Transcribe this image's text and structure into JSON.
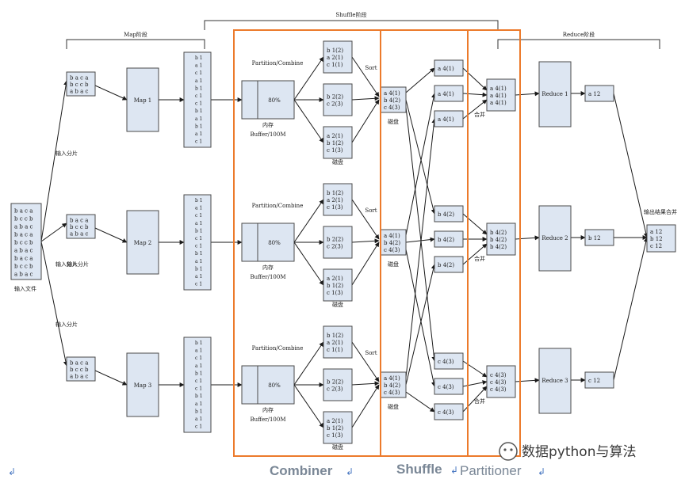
{
  "phases": {
    "map": "Map阶段",
    "shuffle": "Shuffle阶段",
    "reduce": "Reduce阶段"
  },
  "input_file": {
    "lines": [
      "b a c a",
      "b c c b",
      "a b a c",
      "b a c a",
      "b c c b",
      "a b a c",
      "b a c a",
      "b c c b",
      "a b a c"
    ],
    "label": "输入文件"
  },
  "split_label": "输入分片",
  "rows": [
    {
      "split": [
        "b a c a",
        "b c c b",
        "a b a c"
      ],
      "map": "Map 1",
      "map_output": [
        "b 1",
        "a 1",
        "c 1",
        "a 1",
        "b 1",
        "c 1",
        "c 1",
        "b 1",
        "a 1",
        "b 1",
        "a 1",
        "c 1"
      ],
      "combine_title": "Partition/Combine",
      "pct": "80%",
      "mem1": "内存",
      "mem2": "Buffer/100M",
      "parts": [
        [
          "b 1(2)",
          "a 2(1)",
          "c 1(1)"
        ],
        [
          "b 2(2)",
          "c 2(3)"
        ],
        [
          "a 2(1)",
          "b 1(2)",
          "c 1(3)"
        ]
      ],
      "disk_label": "磁盘",
      "sort": "Sort",
      "merged": [
        "a 4(1)",
        "b 4(2)",
        "c 4(3)"
      ],
      "merged_label": "磁盘",
      "routed": [
        "a 4(1)",
        "a 4(1)",
        "a 4(1)"
      ],
      "combined": [
        "a 4(1)",
        "a 4(1)",
        "a 4(1)"
      ],
      "combine_label": "合并",
      "reduce": "Reduce 1",
      "reduce_out": "a 12"
    },
    {
      "split": [
        "b a c a",
        "b c c b",
        "a b a c"
      ],
      "map": "Map 2",
      "map_output": [
        "b 1",
        "a 1",
        "c 1",
        "a 1",
        "b 1",
        "c 1",
        "c 1",
        "b 1",
        "a 1",
        "b 1",
        "a 1",
        "c 1"
      ],
      "combine_title": "Partition/Combine",
      "pct": "80%",
      "mem1": "内存",
      "mem2": "Buffer/100M",
      "parts": [
        [
          "b 1(2)",
          "a 2(1)",
          "c 1(3)"
        ],
        [
          "b 2(2)",
          "c 2(3)"
        ],
        [
          "a 2(1)",
          "b 1(2)",
          "c 1(3)"
        ]
      ],
      "disk_label": "磁盘",
      "sort": "Sort",
      "merged": [
        "a 4(1)",
        "b 4(2)",
        "c 4(3)"
      ],
      "merged_label": "磁盘",
      "routed": [
        "b 4(2)",
        "b 4(2)",
        "b 4(2)"
      ],
      "combined": [
        "b 4(2)",
        "b 4(2)",
        "b 4(2)"
      ],
      "combine_label": "合并",
      "reduce": "Reduce 2",
      "reduce_out": "b 12"
    },
    {
      "split": [
        "b a c a",
        "b c c b",
        "a b a c"
      ],
      "map": "Map 3",
      "map_output": [
        "b 1",
        "a 1",
        "c 1",
        "a 1",
        "b 1",
        "c 1",
        "c 1",
        "b 1",
        "a 1",
        "b 1",
        "a 1",
        "c 1"
      ],
      "combine_title": "Partition/Combine",
      "pct": "80%",
      "mem1": "内存",
      "mem2": "Buffer/100M",
      "parts": [
        [
          "b 1(2)",
          "a 2(1)",
          "c 1(1)"
        ],
        [
          "b 2(2)",
          "c 2(3)"
        ],
        [
          "a 2(1)",
          "b 1(2)",
          "c 1(3)"
        ]
      ],
      "disk_label": "磁盘",
      "sort": "Sort",
      "merged": [
        "a 4(1)",
        "b 4(2)",
        "c 4(3)"
      ],
      "merged_label": "磁盘",
      "routed": [
        "c 4(3)",
        "c 4(3)",
        "c 4(3)"
      ],
      "combined": [
        "c 4(3)",
        "c 4(3)",
        "c 4(3)"
      ],
      "combine_label": "合并",
      "reduce": "Reduce 3",
      "reduce_out": "c 12"
    }
  ],
  "final": {
    "label": "输出结果合并",
    "lines": [
      "a 12",
      "b 12",
      "c 12"
    ]
  },
  "captions": {
    "combiner": "Combiner",
    "shuffle": "Shuffle",
    "partitioner": "Partitioner",
    "return_mark": "↲"
  },
  "watermark": "数据python与算法",
  "colors": {
    "highlight": "#ec7a2b",
    "box_fill": "#dde6f2",
    "caption": "#7a8796"
  }
}
